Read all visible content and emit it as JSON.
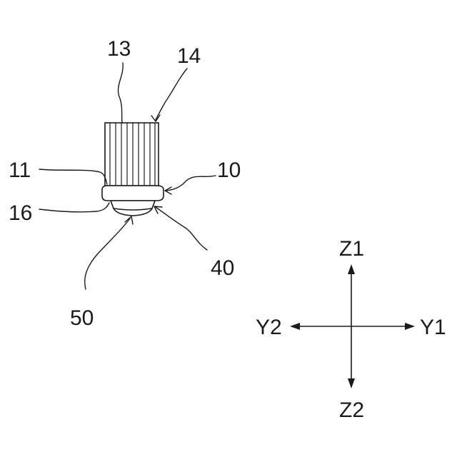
{
  "reference_numerals": {
    "n13": "13",
    "n14": "14",
    "n11": "11",
    "n10": "10",
    "n16": "16",
    "n40": "40",
    "n50": "50"
  },
  "axes": {
    "z1": "Z1",
    "z2": "Z2",
    "y1": "Y1",
    "y2": "Y2"
  }
}
